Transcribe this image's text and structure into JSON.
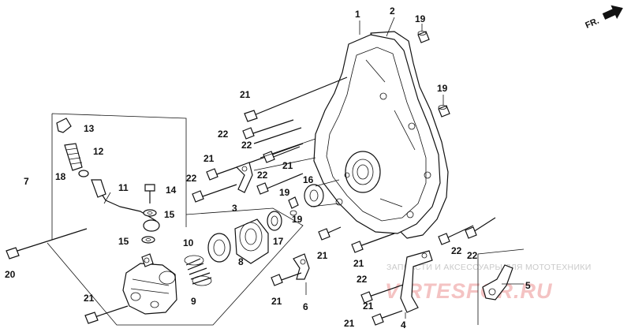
{
  "orientation": {
    "label": "FR."
  },
  "watermark": {
    "caption": "ЗАПЧАСТИ И АКСЕССУАРЫ ДЛЯ МОТОТЕХНИКИ",
    "brand": "VIRTESFOR.RU"
  },
  "callouts": [
    {
      "id": "c1",
      "label": "1"
    },
    {
      "id": "c2",
      "label": "2"
    },
    {
      "id": "c19a",
      "label": "19"
    },
    {
      "id": "c19b",
      "label": "19"
    },
    {
      "id": "c21a",
      "label": "21"
    },
    {
      "id": "c22a",
      "label": "22"
    },
    {
      "id": "c22b",
      "label": "22"
    },
    {
      "id": "c13",
      "label": "13"
    },
    {
      "id": "c12",
      "label": "12"
    },
    {
      "id": "c18",
      "label": "18"
    },
    {
      "id": "c7",
      "label": "7"
    },
    {
      "id": "c11",
      "label": "11"
    },
    {
      "id": "c14",
      "label": "14"
    },
    {
      "id": "c15a",
      "label": "15"
    },
    {
      "id": "c15b",
      "label": "15"
    },
    {
      "id": "c21b",
      "label": "21"
    },
    {
      "id": "c22c",
      "label": "22"
    },
    {
      "id": "c22d",
      "label": "22"
    },
    {
      "id": "c21c",
      "label": "21"
    },
    {
      "id": "c3",
      "label": "3"
    },
    {
      "id": "c19c",
      "label": "19"
    },
    {
      "id": "c19d",
      "label": "19"
    },
    {
      "id": "c16",
      "label": "16"
    },
    {
      "id": "c10",
      "label": "10"
    },
    {
      "id": "c8",
      "label": "8"
    },
    {
      "id": "c17",
      "label": "17"
    },
    {
      "id": "c9",
      "label": "9"
    },
    {
      "id": "c20",
      "label": "20"
    },
    {
      "id": "c21d",
      "label": "21"
    },
    {
      "id": "c21e",
      "label": "21"
    },
    {
      "id": "c21f",
      "label": "21"
    },
    {
      "id": "c6",
      "label": "6"
    },
    {
      "id": "c21g",
      "label": "21"
    },
    {
      "id": "c22e",
      "label": "22"
    },
    {
      "id": "c22f",
      "label": "22"
    },
    {
      "id": "c22g",
      "label": "22"
    },
    {
      "id": "c21h",
      "label": "21"
    },
    {
      "id": "c21i",
      "label": "21"
    },
    {
      "id": "c4",
      "label": "4"
    },
    {
      "id": "c5",
      "label": "5"
    }
  ]
}
